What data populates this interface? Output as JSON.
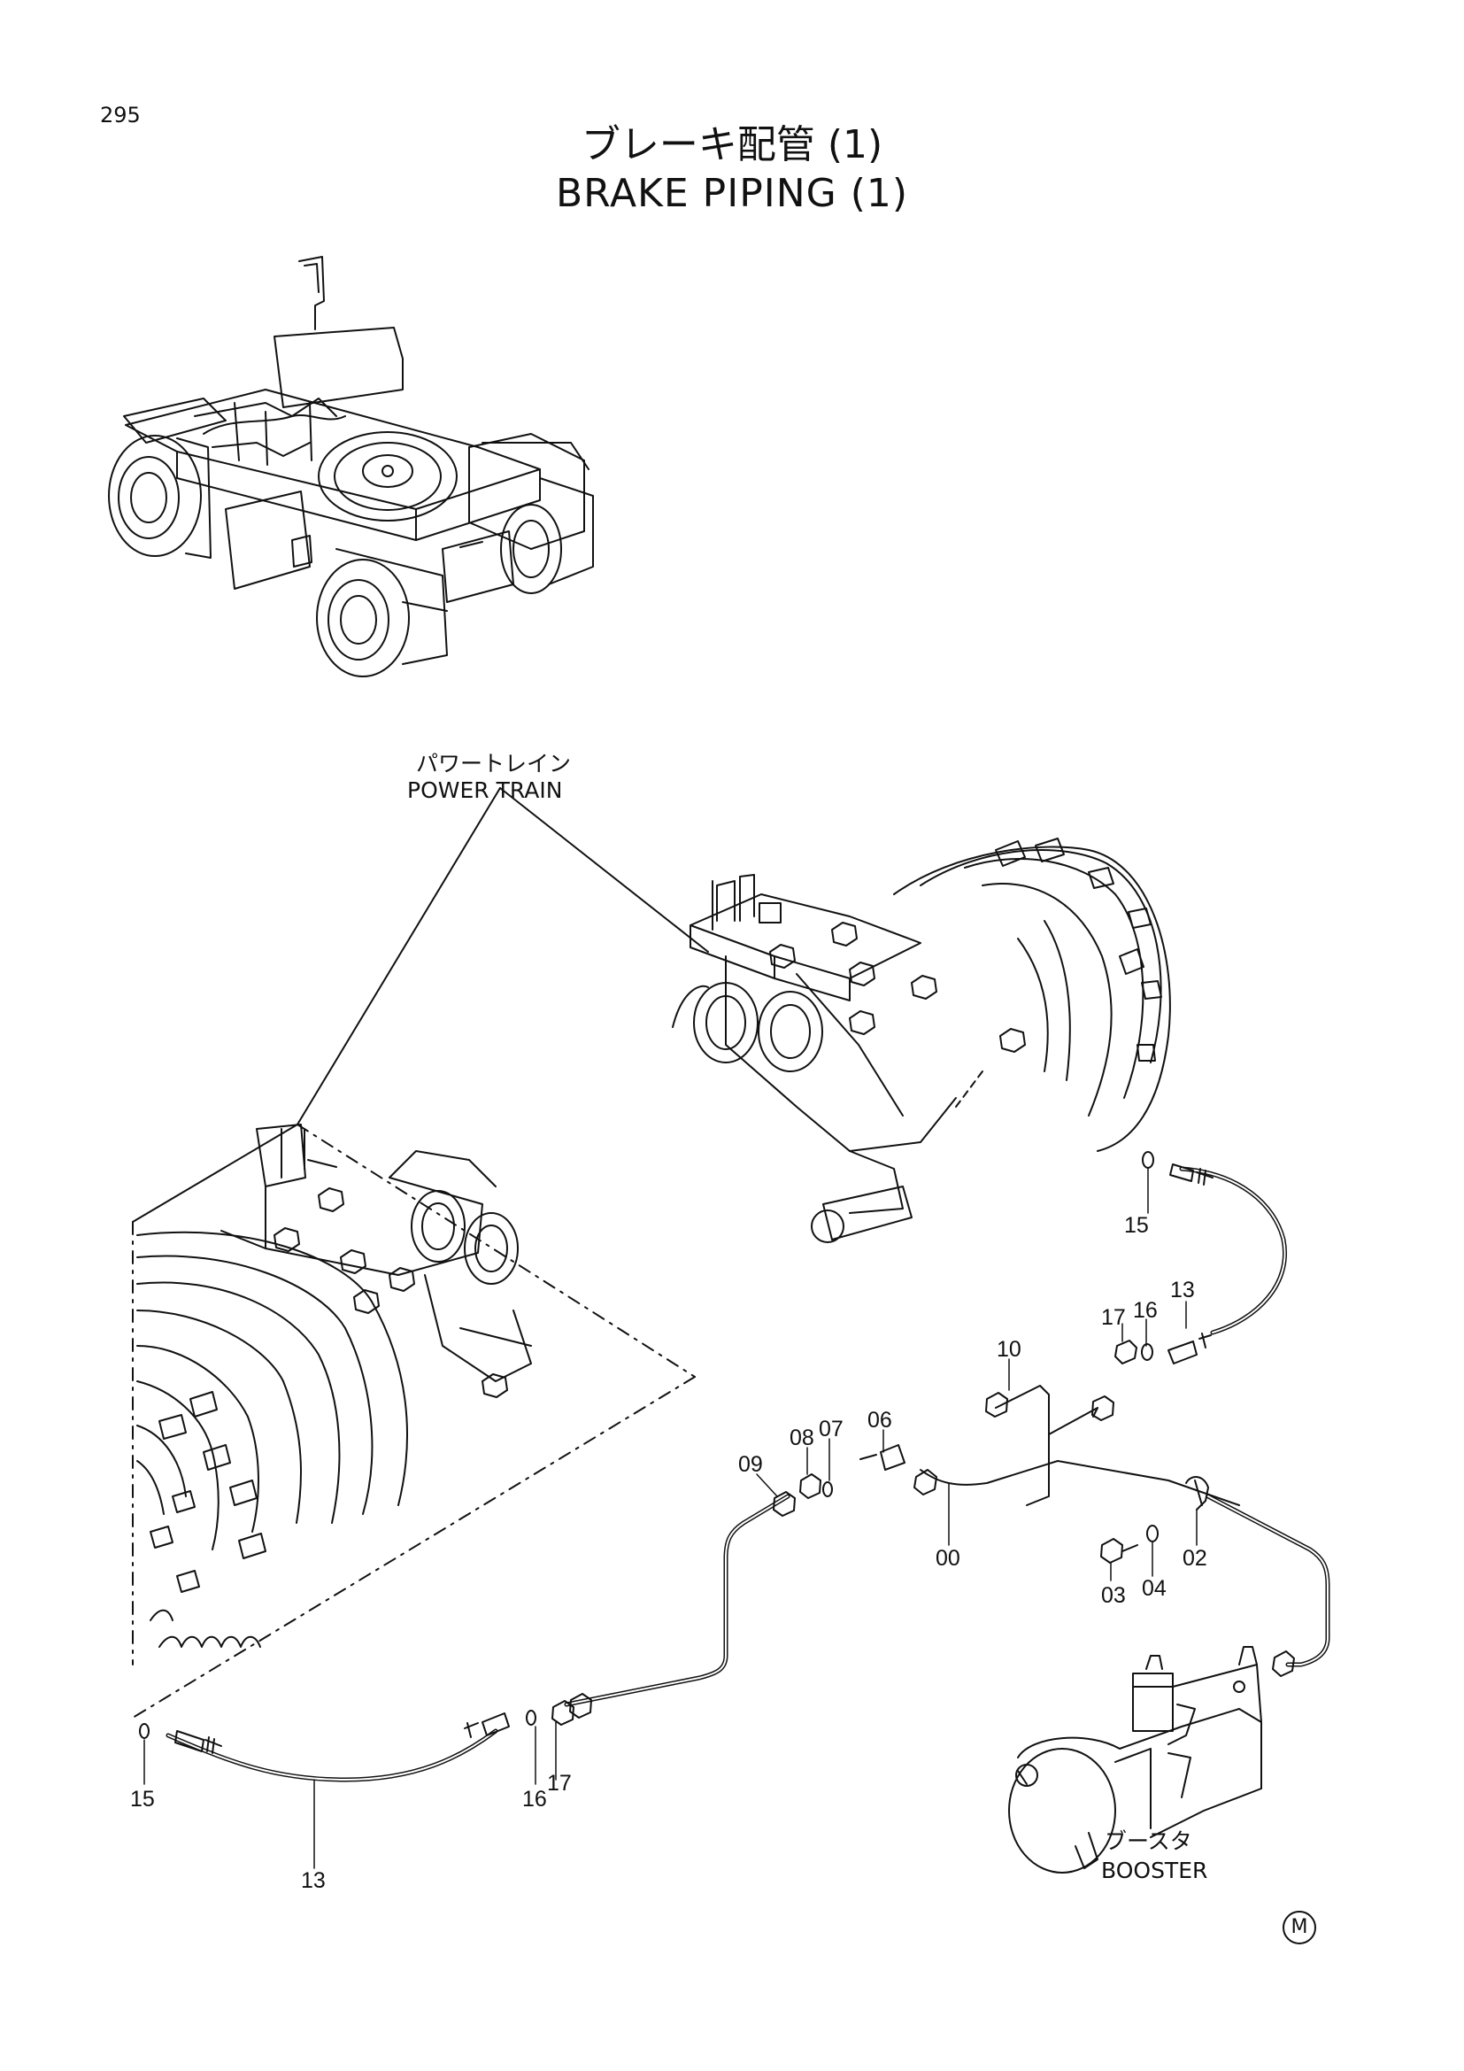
{
  "page": {
    "number": "295",
    "title_jp": "ブレーキ配管 (1)",
    "title_en": "BRAKE PIPING (1)"
  },
  "labels": {
    "power_train_jp": "パワートレイン",
    "power_train_en": "POWER TRAIN",
    "booster_jp": "ブースタ",
    "booster_en": "BOOSTER"
  },
  "callouts": {
    "c15_top": "15",
    "c13_right": "13",
    "c16_right": "16",
    "c17_right": "17",
    "c10": "10",
    "c06": "06",
    "c07": "07",
    "c08": "08",
    "c09": "09",
    "c00": "00",
    "c02": "02",
    "c03": "03",
    "c04": "04",
    "c15_left": "15",
    "c13_bottom": "13",
    "c16_bottom": "16",
    "c17_bottom": "17"
  },
  "footer": {
    "mark": "M"
  }
}
